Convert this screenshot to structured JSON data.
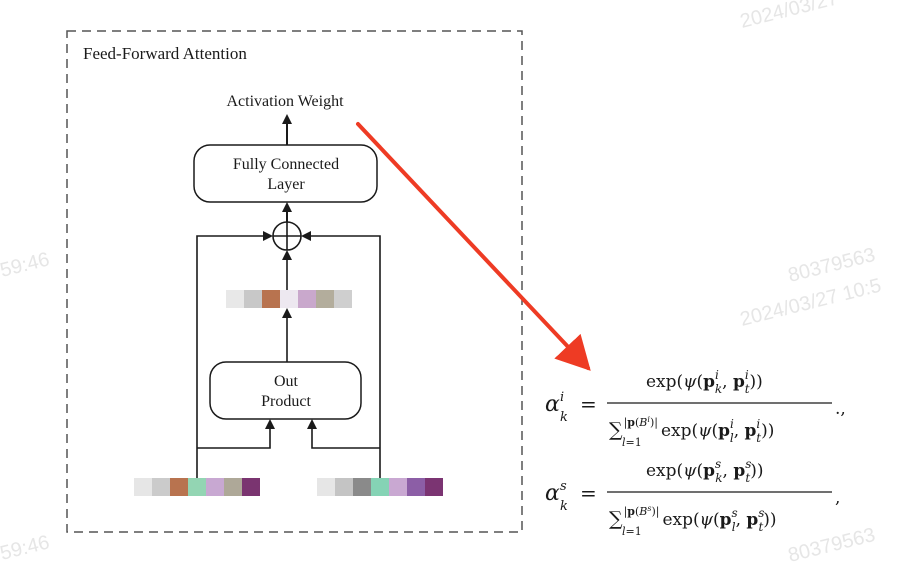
{
  "diagram": {
    "frame_title": "Feed-Forward Attention",
    "output_label": "Activation Weight",
    "fc_layer": {
      "line1": "Fully Connected",
      "line2": "Layer"
    },
    "out_product": {
      "line1": "Out",
      "line2": "Product"
    },
    "embeddings": {
      "middle": [
        "#e8e8e8",
        "#c8c8c8",
        "#b8734f",
        "#ede8f0",
        "#c9a8cc",
        "#b3ad9c",
        "#cfcfcf"
      ],
      "left": [
        "#e6e6e6",
        "#cbcbcb",
        "#b8734f",
        "#93d5b3",
        "#c8a8d2",
        "#aea898",
        "#7a3470"
      ],
      "right": [
        "#e6e6e6",
        "#c4c4c4",
        "#8a8a8a",
        "#85d3b5",
        "#c9a8d2",
        "#8c5ea6",
        "#7b3472"
      ]
    }
  },
  "formulas": {
    "alpha_i": {
      "lhs_base": "α",
      "lhs_sup": "i",
      "lhs_sub": "k",
      "equals": "=",
      "numerator": "exp(ψ(p_k^i, p_t^i))",
      "denominator": "∑_{l=1}^{|p(B^i)|} exp(ψ(p_l^i, p_t^i))",
      "trail": ".,"
    },
    "alpha_s": {
      "lhs_base": "α",
      "lhs_sup": "s",
      "lhs_sub": "k",
      "equals": "=",
      "numerator": "exp(ψ(p_k^s, p_t^s))",
      "denominator": "∑_{l=1}^{|p(B^s)|} exp(ψ(p_l^s, p_t^s))",
      "trail": ","
    }
  },
  "watermarks": [
    "2024/03/27",
    "80379563",
    "2024/03/27 10:5",
    "59:46",
    "59:46",
    "80379563"
  ],
  "colors": {
    "arrow_red": "#ee3b24",
    "line": "#1a1a1a",
    "frame": "#555555"
  }
}
